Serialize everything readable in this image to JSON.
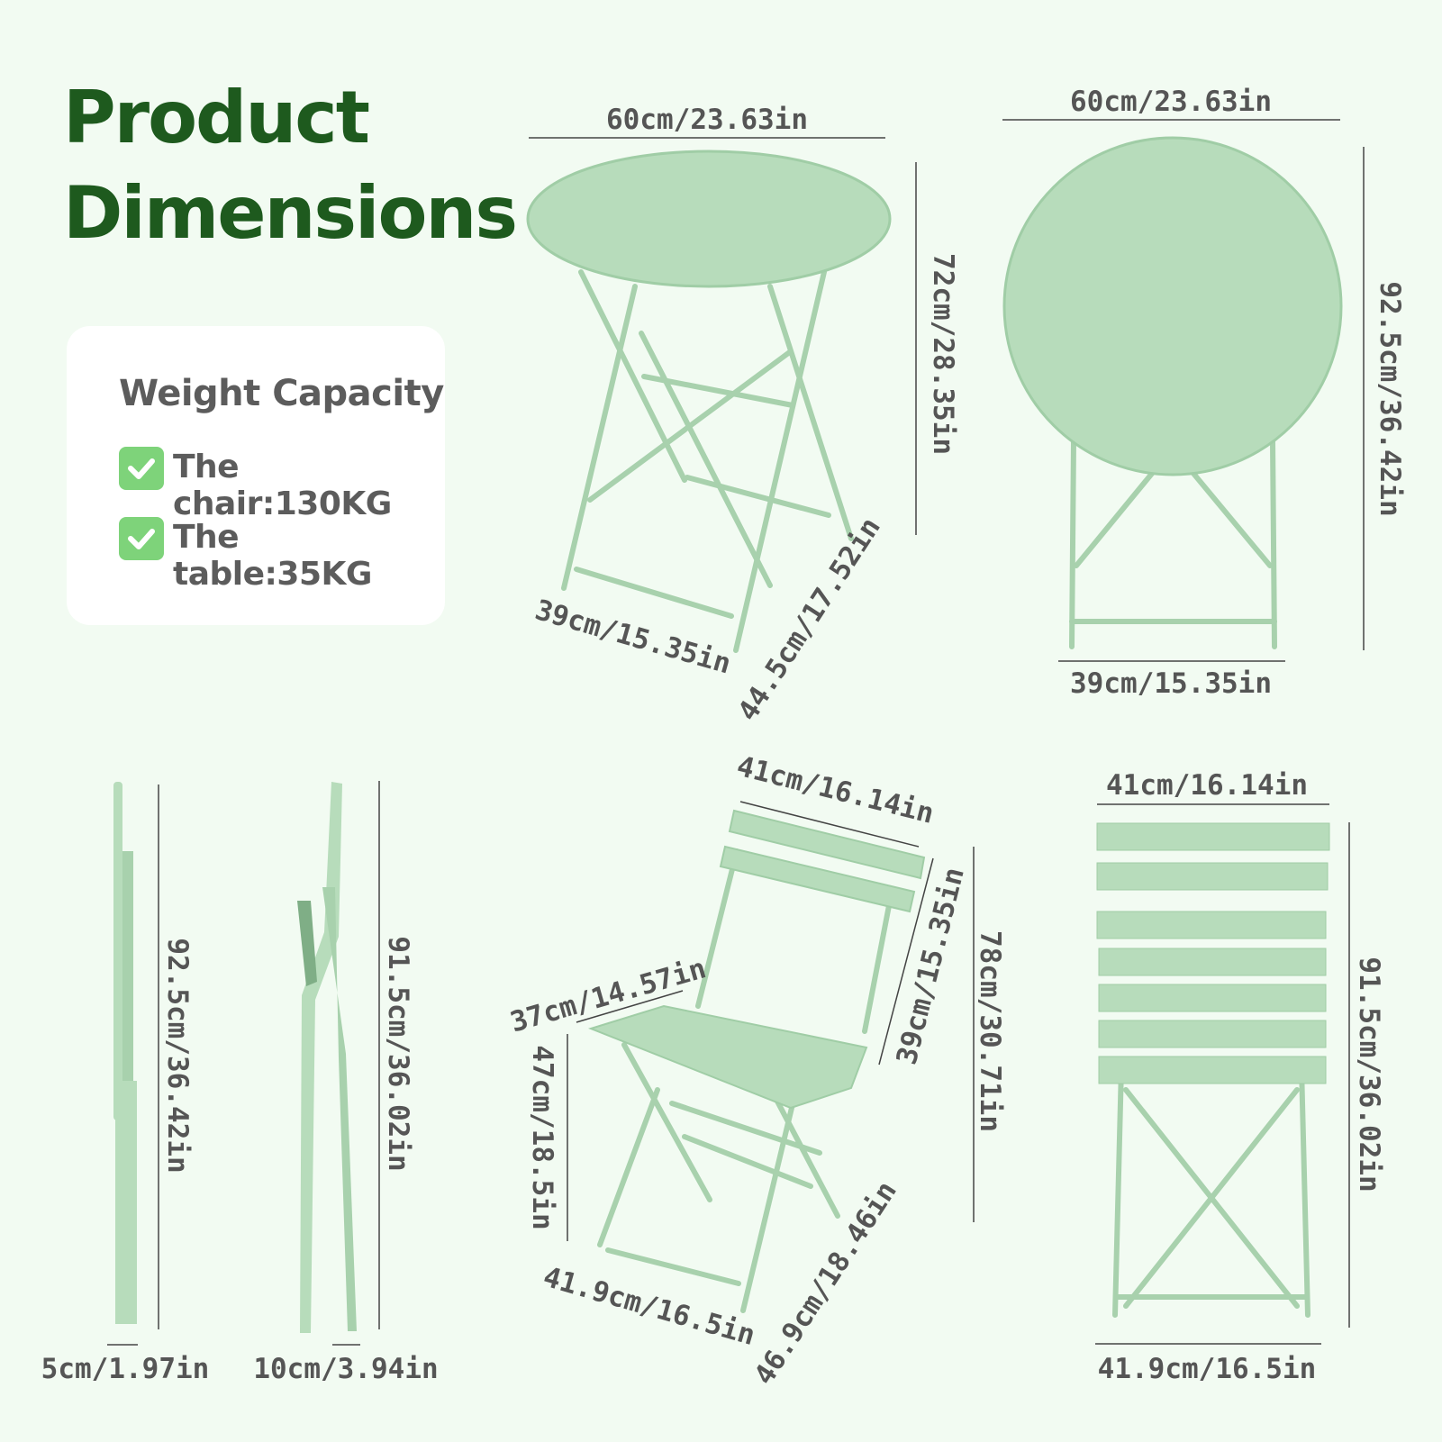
{
  "heading": {
    "line1": "Product",
    "line2": "Dimensions"
  },
  "capacity": {
    "title": "Weight Capacity",
    "items": [
      "The chair:130KG",
      "The table:35KG"
    ]
  },
  "labels": {
    "table_width": "60cm/23.63in",
    "table_height": "72cm/28.35in",
    "table_base_side": "39cm/15.35in",
    "table_base_depth": "44.5cm/17.52in",
    "folded_table_width": "60cm/23.63in",
    "folded_table_height": "92.5cm/36.42in",
    "folded_table_base": "39cm/15.35in",
    "side_table_height": "92.5cm/36.42in",
    "side_table_depth": "5cm/1.97in",
    "side_chair_height": "91.5cm/36.02in",
    "side_chair_depth": "10cm/3.94in",
    "chair_back_width": "41cm/16.14in",
    "chair_back_height": "39cm/15.35in",
    "chair_height": "78cm/30.71in",
    "chair_seat_depth": "37cm/14.57in",
    "chair_seat_height": "47cm/18.5in",
    "chair_base_side": "41.9cm/16.5in",
    "chair_base_depth": "46.9cm/18.46in",
    "folded_chair_width": "41cm/16.14in",
    "folded_chair_height": "91.5cm/36.02in",
    "folded_chair_base": "41.9cm/16.5in"
  },
  "colors": {
    "furniture": "#b7dcbb",
    "furniture_dark": "#9fcaa5",
    "heading": "#1e5a1e",
    "check": "#7ed37a",
    "text": "#555555",
    "background": "#f2fbf2"
  }
}
